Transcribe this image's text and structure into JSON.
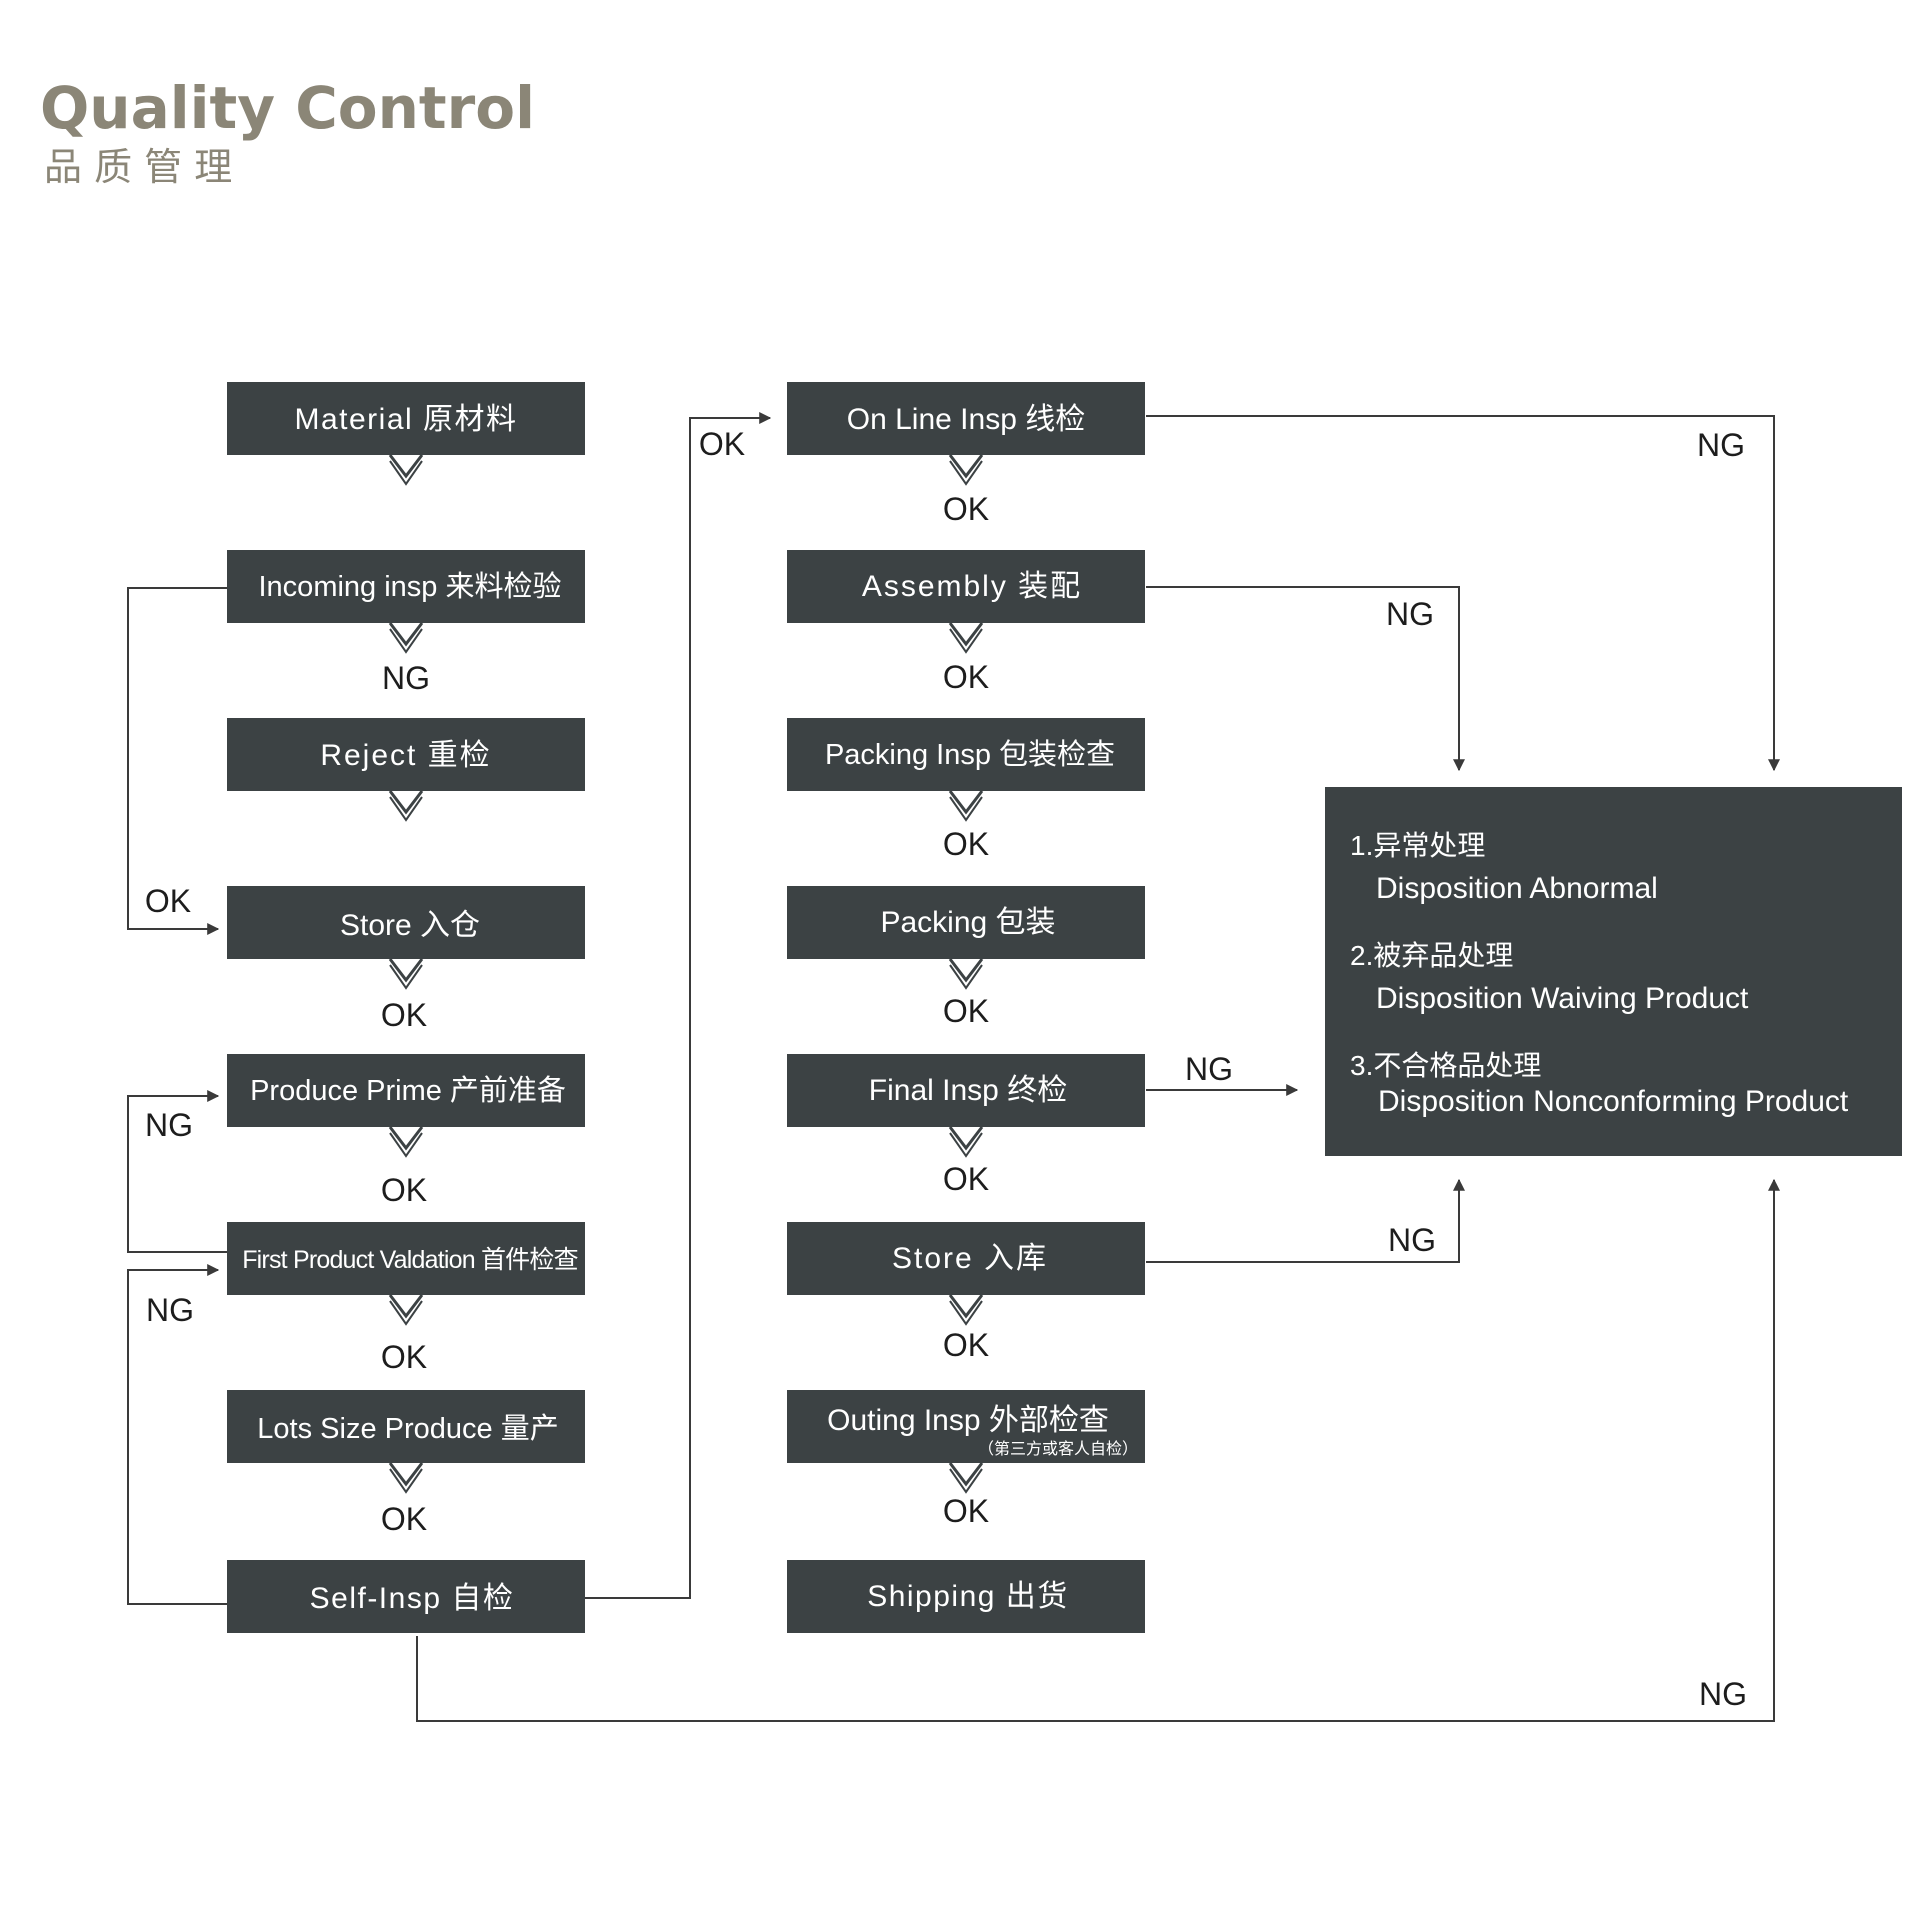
{
  "header": {
    "title_en": "Quality Control",
    "title_cn": "品 质 管 理"
  },
  "colors": {
    "box": "#3c4244",
    "title": "#8b8677",
    "line": "#3a3a3a",
    "label": "#1d1d1d"
  },
  "left_column": {
    "material": "Material 原材料",
    "incoming": "Incoming insp 来料检验",
    "reject": "Reject  重检",
    "store": "Store   入仓",
    "produce_prime": "Produce Prime 产前准备",
    "first_product": "First Product Valdation 首件检查",
    "lots_size": "Lots Size Produce 量产",
    "self_insp": "Self-Insp 自检"
  },
  "right_column": {
    "online_insp": "On Line Insp  线检",
    "assembly": "Assembly  装配",
    "packing_insp": "Packing Insp 包装检查",
    "packing": "Packing  包装",
    "final_insp": "Final Insp  终检",
    "store": "Store  入库",
    "outing_insp": "Outing Insp 外部检查",
    "outing_note": "（第三方或客人自检）",
    "shipping": "Shipping 出货"
  },
  "labels": {
    "ok": "OK",
    "ng": "NG"
  },
  "disposition": {
    "item1_cn": "1.异常处理",
    "item1_en": "Disposition Abnormal",
    "item2_cn": "2.被弃品处理",
    "item2_en": "Disposition Waiving  Product",
    "item3_cn": "3.不合格品处理",
    "item3_en": "Disposition Nonconforming Product"
  }
}
